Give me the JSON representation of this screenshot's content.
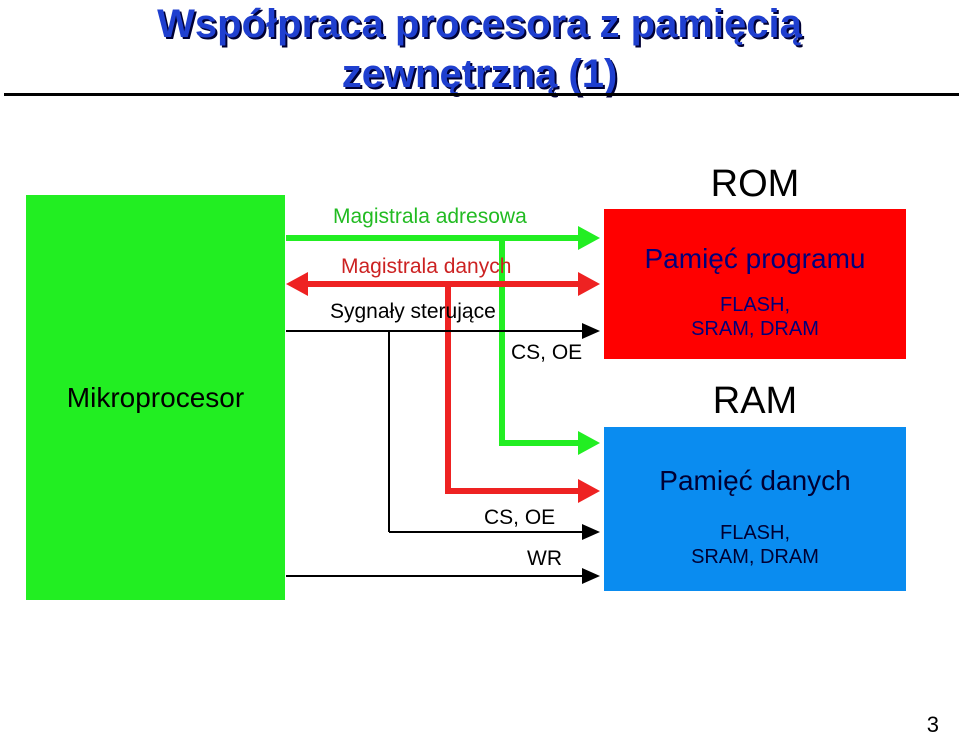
{
  "title": {
    "line1": "Współpraca procesora z pamięcią",
    "line2": "zewnętrzną (1)"
  },
  "cpu": {
    "label": "Mikroprocesor"
  },
  "rom": {
    "heading": "ROM",
    "name": "Pamięć programu",
    "tech_line1": "FLASH,",
    "tech_line2": "SRAM, DRAM"
  },
  "ram": {
    "heading": "RAM",
    "name": "Pamięć danych",
    "tech_line1": "FLASH,",
    "tech_line2": "SRAM, DRAM"
  },
  "buses": {
    "address": "Magistrala adresowa",
    "data": "Magistrala danych",
    "control": "Sygnały sterujące",
    "rom_signals": "CS, OE",
    "ram_signals": "CS, OE",
    "ram_write": "WR"
  },
  "colors": {
    "address_bus": "#22ee22",
    "data_bus": "#ee2222",
    "control": "#000000",
    "title": "#1f3fcf"
  },
  "page_number": "3"
}
